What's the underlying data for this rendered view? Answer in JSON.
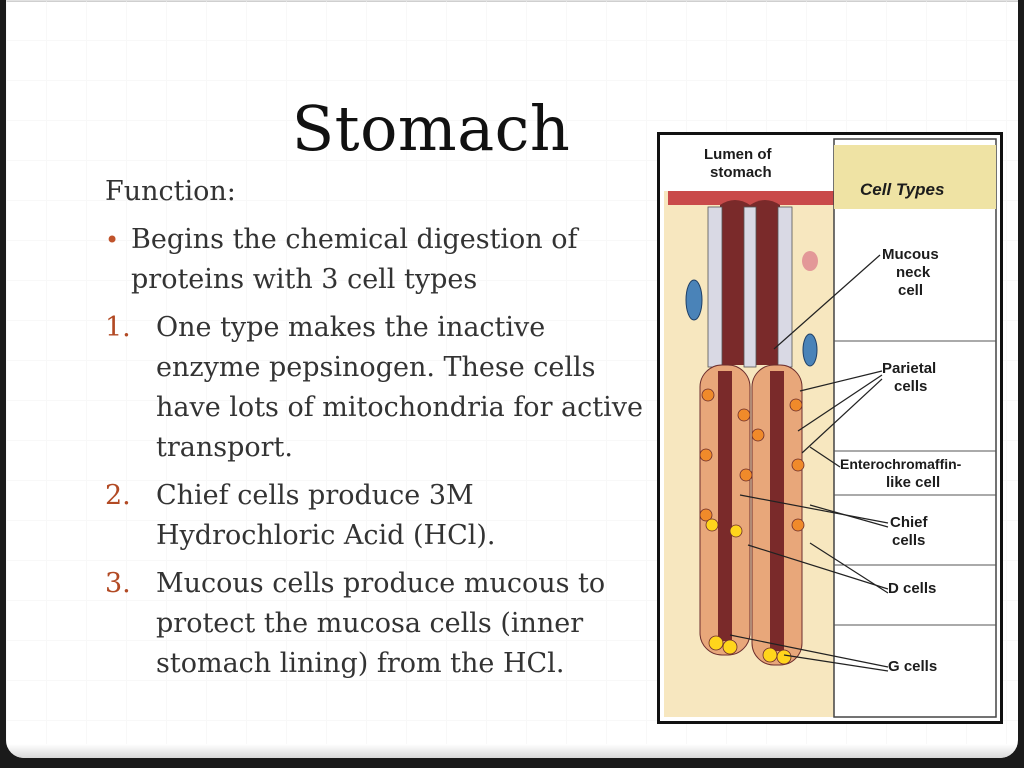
{
  "slide": {
    "title": "Stomach",
    "function_label": "Function:",
    "bullet": "Begins the chemical digestion of proteins with 3 cell types",
    "numbered_items": [
      {
        "num": "1.",
        "text": "One type makes the inactive enzyme pepsinogen. These cells have lots of mitochondria for active transport."
      },
      {
        "num": "2.",
        "text": "Chief cells produce 3M Hydrochloric Acid (HCl)."
      },
      {
        "num": "3.",
        "text": "Mucous cells produce mucous to protect the mucosa cells (inner stomach lining) from the HCl."
      }
    ]
  },
  "figure": {
    "lumen_label_1": "Lumen of",
    "lumen_label_2": "stomach",
    "header": "Cell Types",
    "cells": {
      "mucous_neck_1": "Mucous",
      "mucous_neck_2": "neck",
      "mucous_neck_3": "cell",
      "parietal_1": "Parietal",
      "parietal_2": "cells",
      "entero_1": "Enterochromaffin-",
      "entero_2": "like cell",
      "chief_1": "Chief",
      "chief_2": "cells",
      "d_cells": "D cells",
      "g_cells": "G cells"
    },
    "colors": {
      "tissue": "#f7e7bf",
      "lumen": "#c94a4a",
      "header_band": "#efe3a4",
      "parietal": "#f08a2a",
      "chief": "#ffd51c",
      "mucous": "#c8c8d6",
      "vessel": "#4a83b8"
    }
  }
}
